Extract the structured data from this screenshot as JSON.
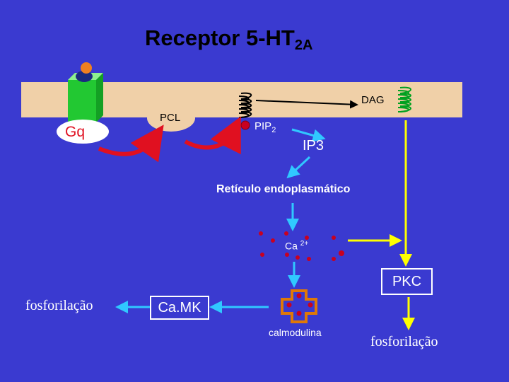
{
  "title": {
    "main": "Receptor 5-HT",
    "sub": "2A"
  },
  "labels": {
    "gq": "Gq",
    "pcl": "PCL",
    "pip": "PIP",
    "pip_sub": "2",
    "dag": "DAG",
    "ip3": "IP3",
    "er": "Retículo endoplasmático",
    "ca": "Ca",
    "ca_sup": "2+",
    "pkc": "PKC",
    "camk": "Ca.MK",
    "calmodulina": "calmodulina",
    "fosforilacao_left": "fosforilação",
    "fosforilacao_right": "fosforilação"
  },
  "colors": {
    "background": "#3a3ad0",
    "membrane": "#f0d0a8",
    "receptor_green": "#22c832",
    "arrow_red": "#e01020",
    "arrow_cyan": "#30c8ff",
    "arrow_yellow": "#ffff00",
    "calcium_red": "#c80020",
    "calmodulin_orange": "#e07808"
  }
}
